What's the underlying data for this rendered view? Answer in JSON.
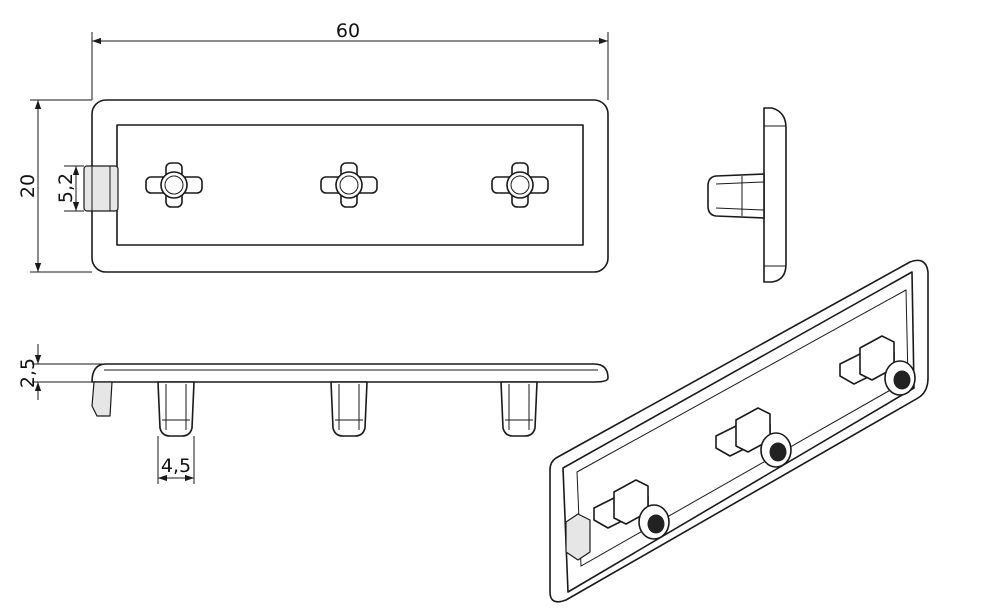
{
  "drawing": {
    "colors": {
      "line": "#1a1a1a",
      "face": "#ffffff",
      "shade": "#e6e6e6"
    },
    "dimensions": {
      "length": "60",
      "height": "20",
      "tab_width": "5,2",
      "thickness": "2,5",
      "pin_width": "4,5"
    },
    "pin_count": 3
  }
}
